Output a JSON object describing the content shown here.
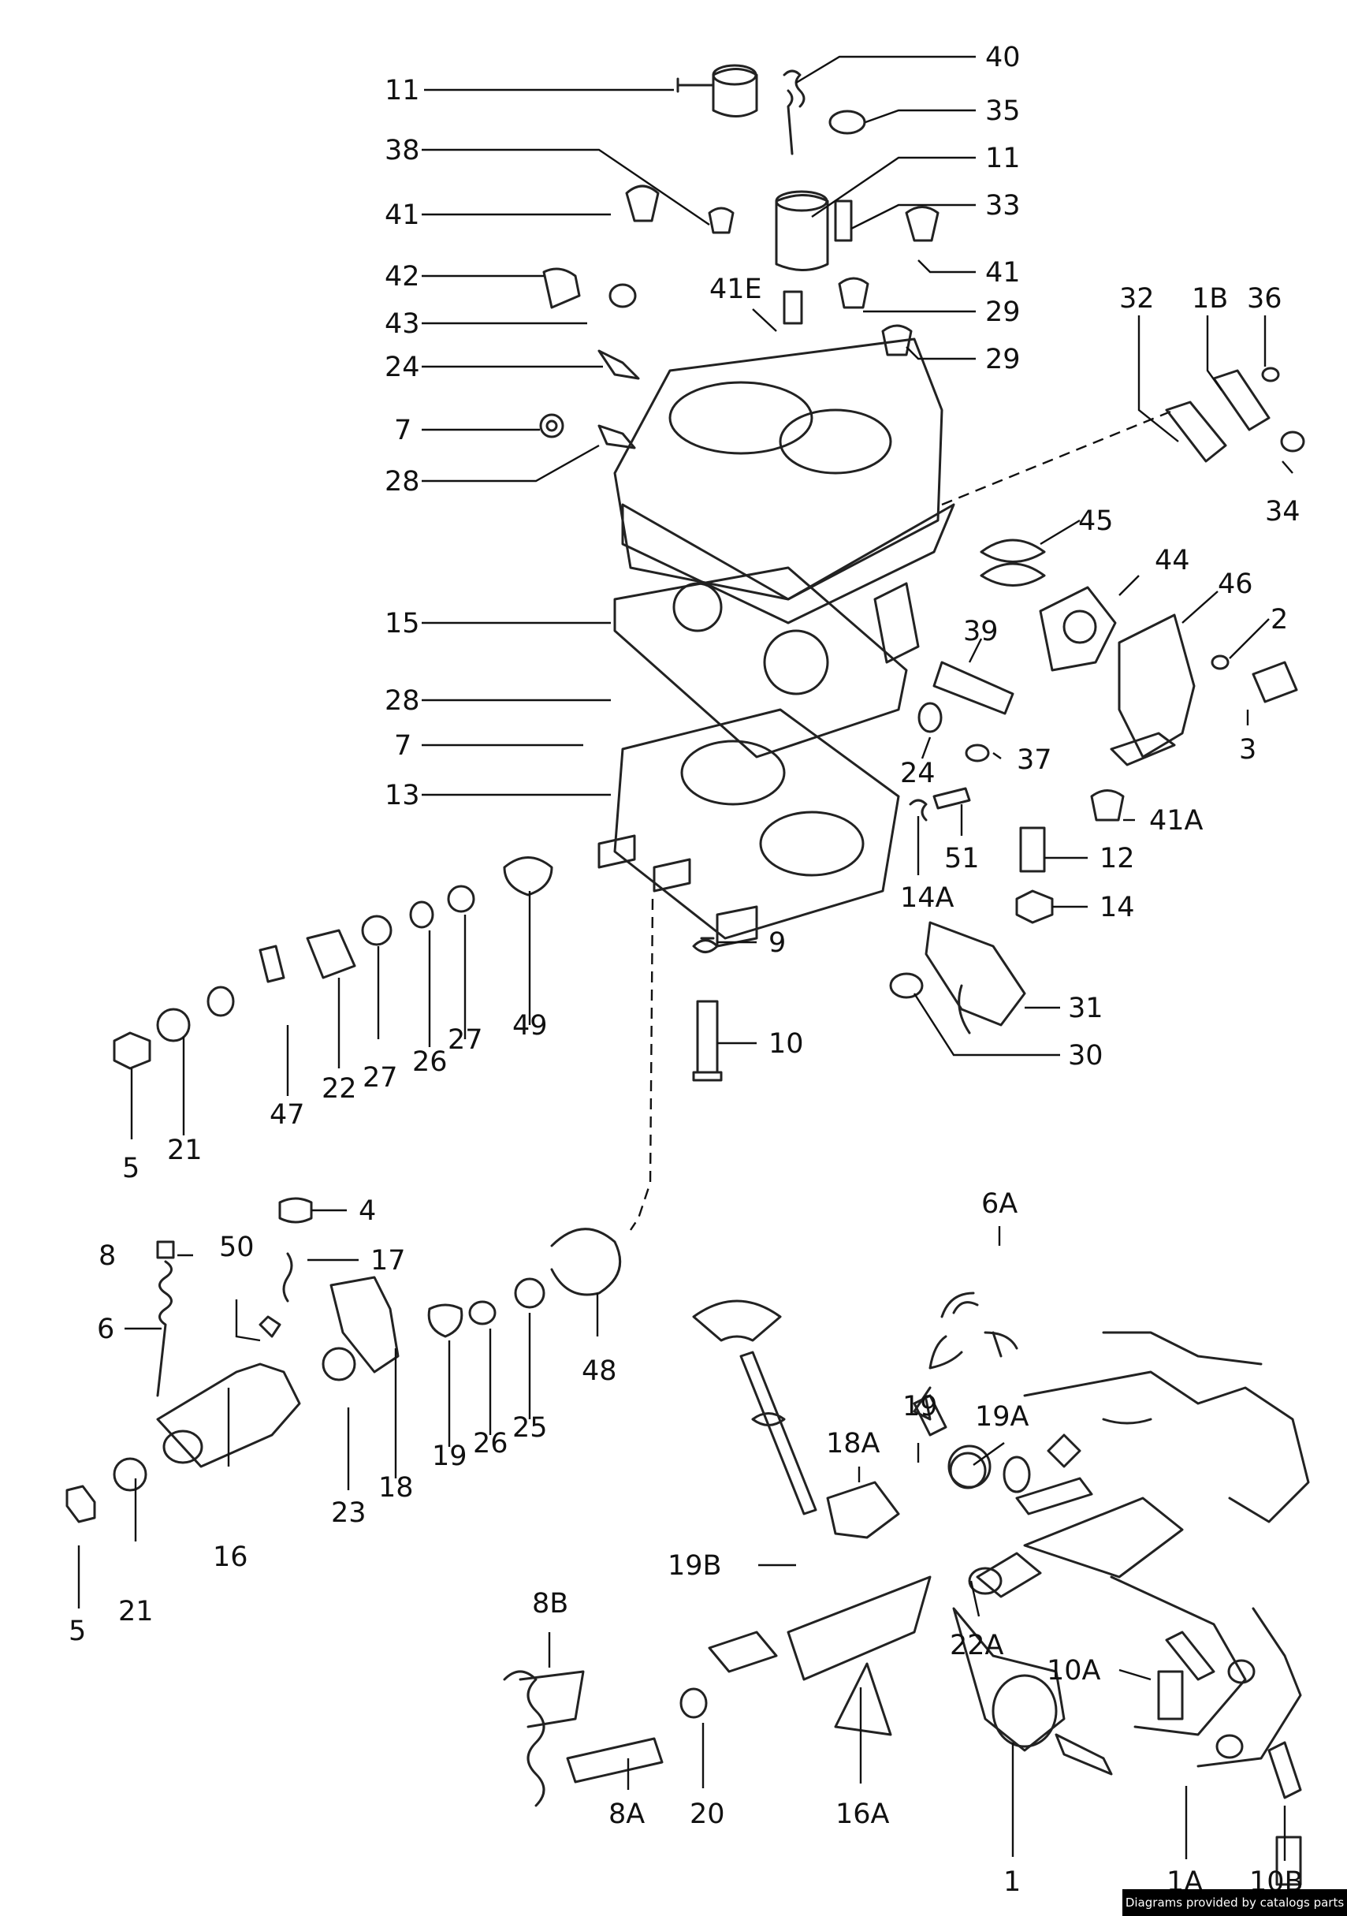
{
  "diagram": {
    "callouts": [
      "11",
      "40",
      "35",
      "38",
      "11",
      "41",
      "33",
      "41",
      "42",
      "43",
      "41E",
      "29",
      "29",
      "24",
      "32",
      "1B",
      "36",
      "7",
      "28",
      "34",
      "45",
      "44",
      "46",
      "15",
      "39",
      "2",
      "28",
      "7",
      "24",
      "37",
      "3",
      "13",
      "51",
      "41A",
      "12",
      "14A",
      "14",
      "9",
      "31",
      "10",
      "30",
      "49",
      "27",
      "26",
      "27",
      "22",
      "47",
      "21",
      "5",
      "4",
      "8",
      "50",
      "17",
      "6",
      "48",
      "16",
      "18",
      "19",
      "26",
      "25",
      "23",
      "21",
      "5",
      "6A",
      "19",
      "19A",
      "18A",
      "19B",
      "22A",
      "8B",
      "10A",
      "8A",
      "20",
      "16A",
      "1",
      "1A",
      "10B"
    ]
  },
  "footer": {
    "credit": "Diagrams provided by catalogs parts"
  }
}
